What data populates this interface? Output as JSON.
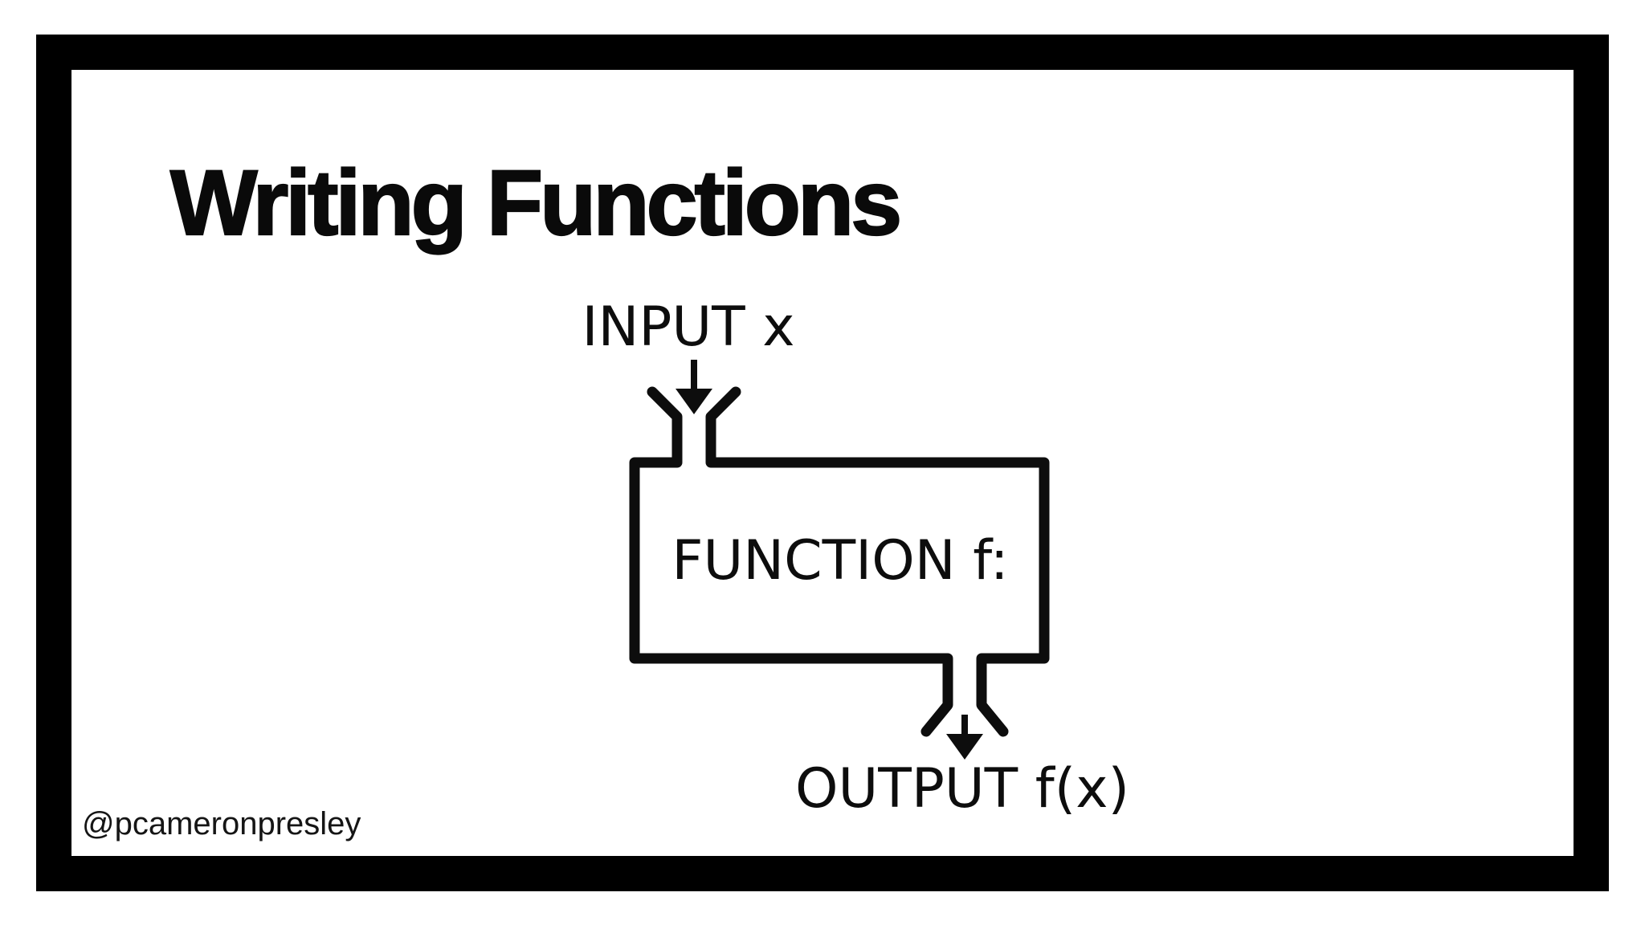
{
  "slide": {
    "title": "Writing Functions",
    "attribution": "@pcameronpresley"
  },
  "function_machine": {
    "input_label": "INPUT x",
    "function_label": "FUNCTION f:",
    "output_label": "OUTPUT f(x)",
    "stroke_color": "#0d0d0d"
  },
  "frame": {
    "border_color": "#000000",
    "background_color": "#ffffff"
  }
}
